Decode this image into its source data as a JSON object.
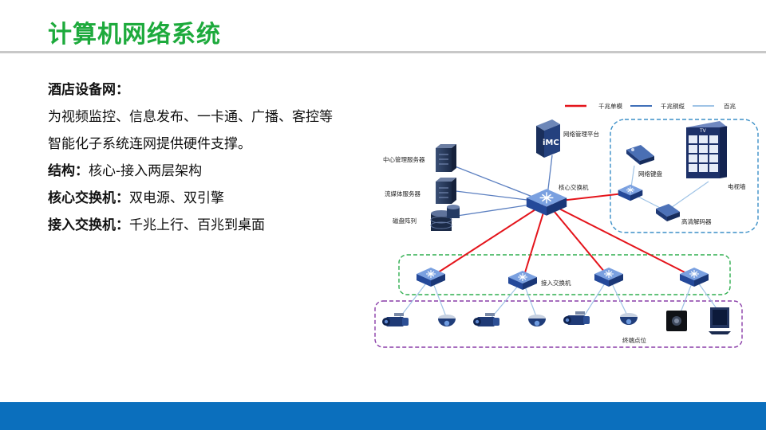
{
  "title": "计算机网络系统",
  "intro": {
    "heading": "酒店设备网：",
    "line1": "为视频监控、信息发布、一卡通、广播、客控等",
    "line2": "智能化子系统连网提供硬件支撑。"
  },
  "points": [
    {
      "label": "结构：",
      "text": "核心-接入两层架构"
    },
    {
      "label": "核心交换机：",
      "text": "双电源、双引擎"
    },
    {
      "label": "接入交换机：",
      "text": "千兆上行、百兆到桌面"
    }
  ],
  "legend": [
    {
      "label": "千兆单模",
      "color": "#e4141b"
    },
    {
      "label": "千兆铜缆",
      "color": "#3f6fb8"
    },
    {
      "label": "百兆",
      "color": "#9fc3e6"
    }
  ],
  "nodes": {
    "imc_badge": "iMC",
    "imc": "网络管理平台",
    "mgmt_server": "中心管理服务器",
    "stream_server": "流媒体服务器",
    "disk_array": "磁盘阵列",
    "core_switch": "核心交换机",
    "keyboard": "网络键盘",
    "tv_wall": "电视墙",
    "tv_badge": "TV",
    "decoder": "高清解码器",
    "access_switch": "接入交换机",
    "terminals": "终端点位"
  }
}
